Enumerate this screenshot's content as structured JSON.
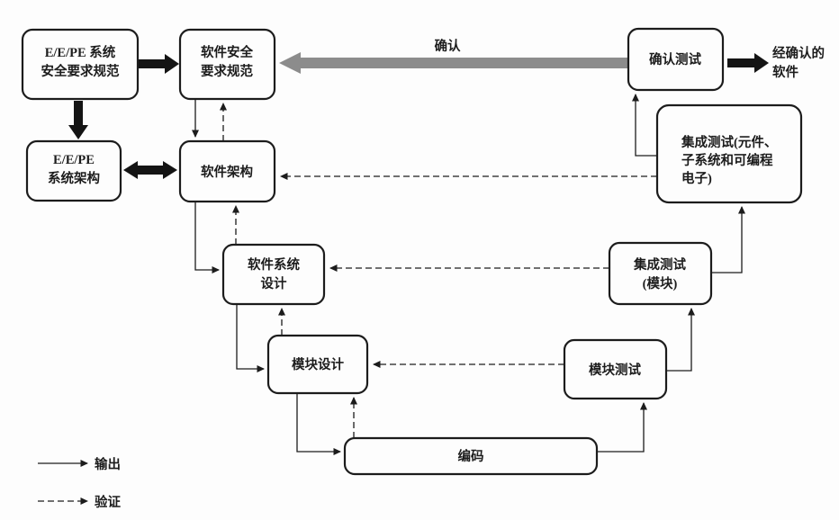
{
  "diagram_type": "v-model-software-safety-lifecycle",
  "boxes": {
    "eepe_req": {
      "lines": [
        "E/E/PE 系统",
        "安全要求规范"
      ]
    },
    "sw_safety_req": {
      "lines": [
        "软件安全",
        "要求规范"
      ]
    },
    "eepe_arch": {
      "lines": [
        "E/E/PE",
        "系统架构"
      ]
    },
    "sw_arch": {
      "lines": [
        "软件架构"
      ]
    },
    "sw_sys_design": {
      "lines": [
        "软件系统",
        "设计"
      ]
    },
    "module_design": {
      "lines": [
        "模块设计"
      ]
    },
    "coding": {
      "lines": [
        "编码"
      ]
    },
    "module_test": {
      "lines": [
        "模块测试"
      ]
    },
    "integration_module": {
      "lines": [
        "集成测试",
        "(模块)"
      ]
    },
    "integration_pe": {
      "lines": [
        "集成测试(元件、",
        "子系统和可编程",
        "电子)"
      ]
    },
    "validation_test": {
      "lines": [
        "确认测试"
      ]
    }
  },
  "labels": {
    "validation_arrow": "确认",
    "validated_software": {
      "lines": [
        "经确认的",
        "软件"
      ]
    }
  },
  "legend": {
    "output": "输出",
    "verification": "验证"
  },
  "colors": {
    "line": "#1c1c1c",
    "gray_arrow": "#8c8c8c",
    "background": "#fdfdfd"
  }
}
